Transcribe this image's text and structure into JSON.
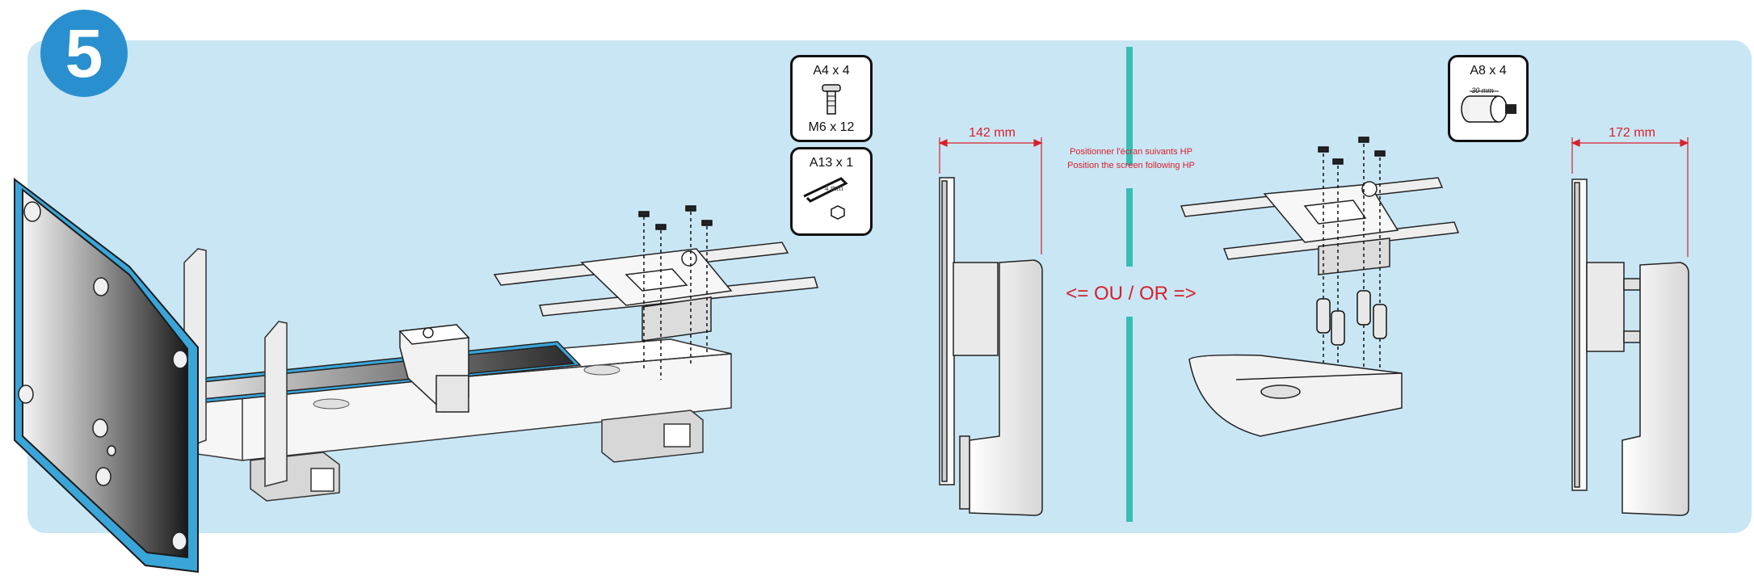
{
  "step_number": "5",
  "hardware": {
    "screw": {
      "code": "A4 x 4",
      "size": "M6 x 12"
    },
    "key": {
      "code": "A13 x 1",
      "size": "4 mm"
    },
    "spacer": {
      "code": "A8 x 4",
      "length": "30 mm"
    }
  },
  "dimensions": {
    "left": "142 mm",
    "right": "172 mm"
  },
  "note": {
    "fr": "Positionner l'écran suivants HP",
    "en": "Position the screen following HP"
  },
  "or_label": "<= OU / OR =>",
  "colors": {
    "panel": "#c9e6f5",
    "badge": "#2a8fcf",
    "divider": "#39bdb3",
    "accent": "#d8202a",
    "screen_edge": "#3aa5d8"
  }
}
